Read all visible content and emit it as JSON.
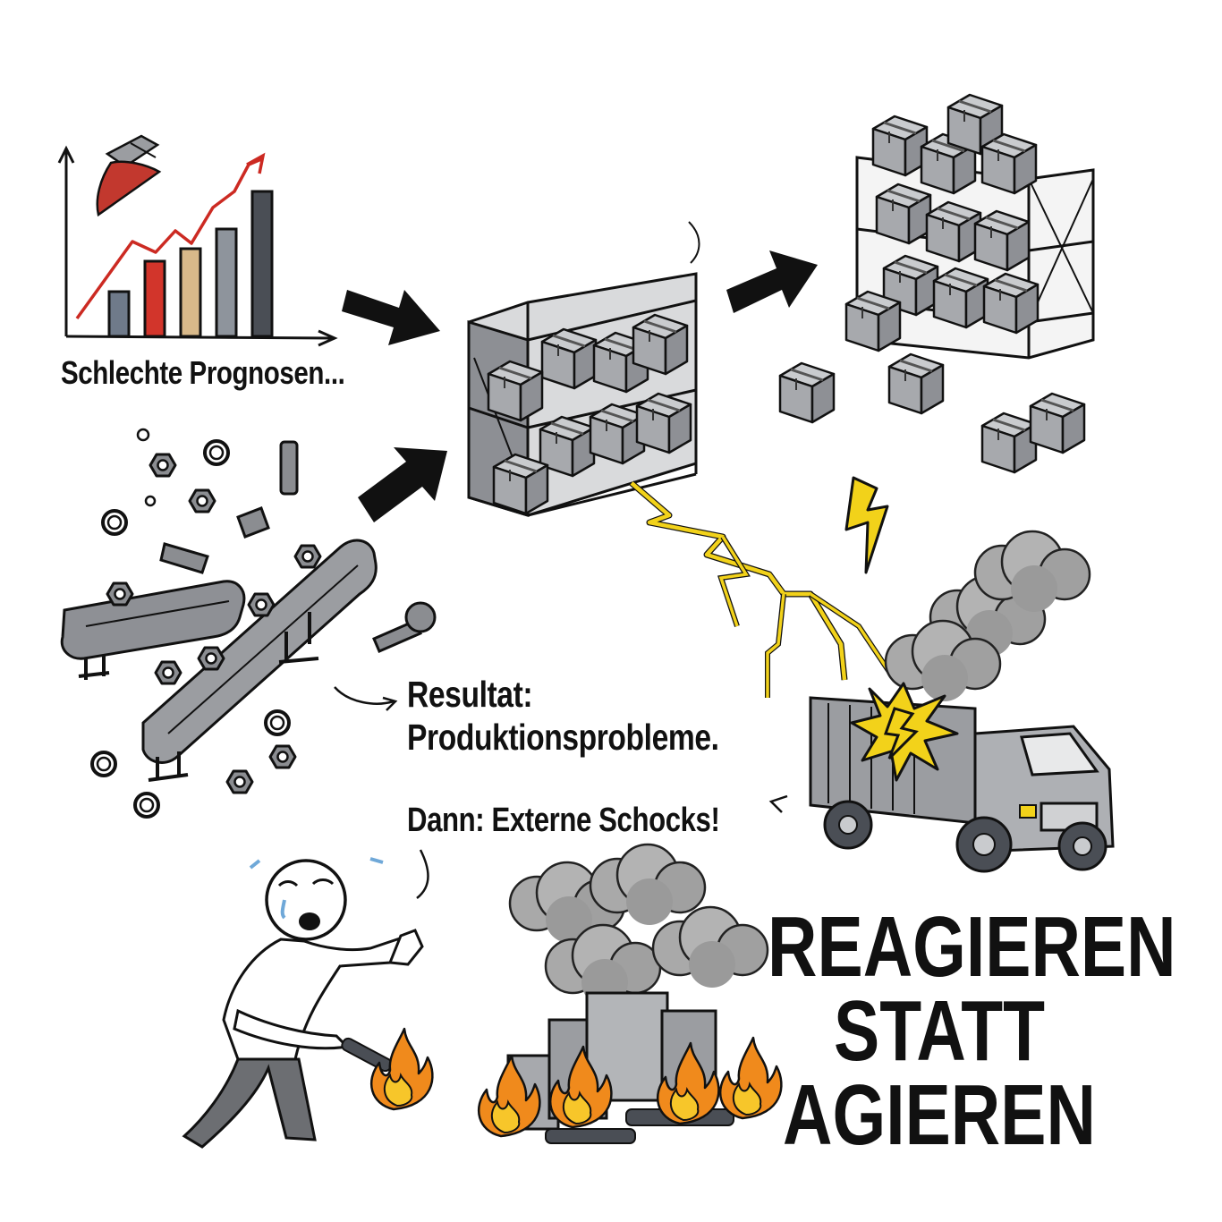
{
  "captions": {
    "forecast": "Schlechte Prognosen...",
    "result_line1": "Resultat:",
    "result_line2": "Produktionsprobleme.",
    "shocks": "Dann: Externe Schocks!"
  },
  "headline": {
    "line1": "REAGIEREN",
    "line2": "STATT",
    "line3": "AGIEREN"
  },
  "forecast_bars": [
    0.25,
    0.42,
    0.49,
    0.6,
    0.81
  ],
  "colors": {
    "ink": "#111111",
    "bar_blue_gray": "#6f7a8a",
    "bar_red": "#d2352b",
    "bar_tan": "#d8b98a",
    "bar_gray": "#8e949c",
    "bar_dark": "#4a4e55",
    "trend_red": "#cc2a22",
    "lightning": "#f2d21a",
    "fire_orange": "#f08a1c",
    "fire_yellow": "#f7c62a",
    "smoke": "#a9a9a9",
    "metal": "#9b9da1"
  },
  "icons": [
    "forecast-chart-icon",
    "broom-icon",
    "arrow-icon",
    "shelf-icon",
    "box-icon",
    "conveyor-icon",
    "nut-icon",
    "bolt-icon",
    "lightning-icon",
    "truck-icon",
    "smoke-icon",
    "stickman-icon",
    "torch-icon",
    "fire-icon"
  ]
}
